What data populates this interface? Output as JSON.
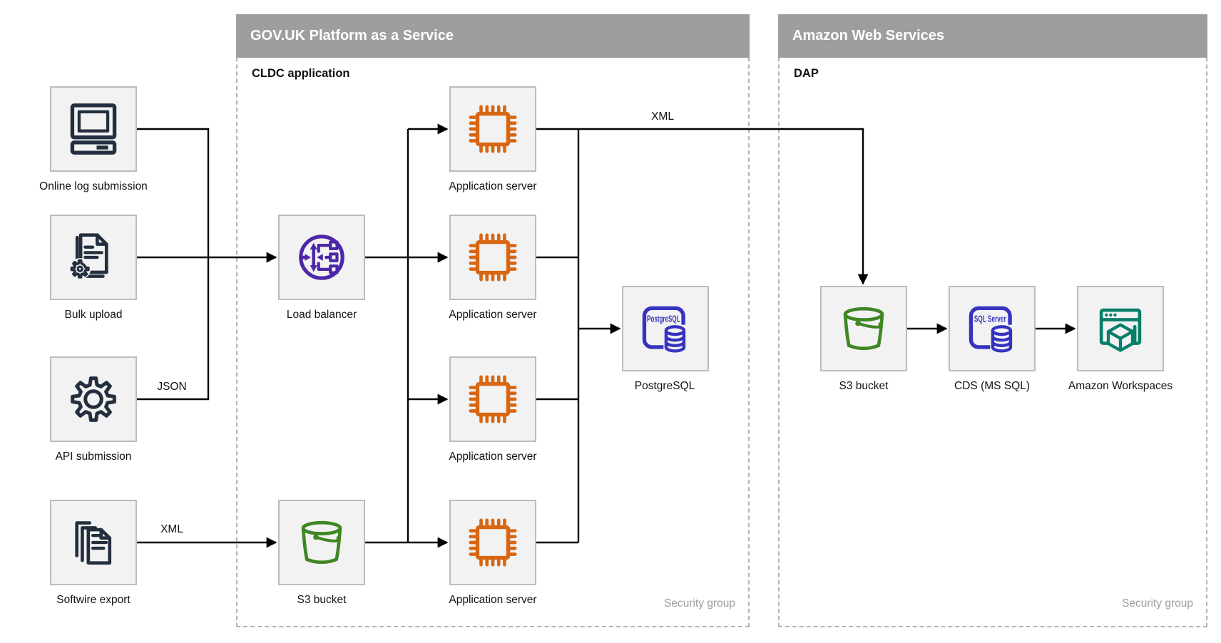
{
  "colors": {
    "container_header_bg": "#9e9e9e",
    "container_header_text": "#ffffff",
    "node_fill": "#f2f2f2",
    "node_border": "#bcbcbc",
    "connector": "#000000",
    "security_text": "#9c9c9c",
    "icon_navy": "#232f3e",
    "icon_orange": "#d86613",
    "icon_purple": "#4d27a8",
    "icon_green": "#3f8624",
    "icon_indigo": "#3633c0",
    "icon_teal": "#067f68"
  },
  "sources": [
    {
      "label": "Online log submission",
      "icon": "computer-icon"
    },
    {
      "label": "Bulk upload",
      "icon": "document-gear-icon"
    },
    {
      "label": "API submission",
      "icon": "gear-icon"
    },
    {
      "label": "Softwire export",
      "icon": "documents-stack-icon"
    }
  ],
  "govuk": {
    "title": "GOV.UK Platform as a Service",
    "subtitle": "CLDC application",
    "security_label": "Security group",
    "nodes": {
      "load_balancer": "Load balancer",
      "s3_bucket": "S3 bucket",
      "postgres": "PostgreSQL",
      "app_servers": [
        "Application server",
        "Application server",
        "Application server",
        "Application server"
      ]
    }
  },
  "aws": {
    "title": "Amazon Web Services",
    "subtitle": "DAP",
    "security_label": "Security group",
    "nodes": {
      "s3_bucket": "S3 bucket",
      "cds": "CDS (MS SQL)",
      "workspaces": "Amazon Workspaces"
    }
  },
  "edge_labels": {
    "api_format": "JSON",
    "export_format": "XML",
    "transfer_format": "XML"
  },
  "icon_texts": {
    "postgresql": "PostgreSQL",
    "sql_server": "SQL Server"
  }
}
